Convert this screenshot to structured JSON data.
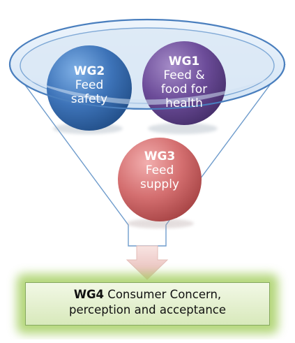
{
  "wg2": {
    "code": "WG2",
    "line1": "Feed",
    "line2": "safety"
  },
  "wg1": {
    "code": "WG1",
    "line1": "Feed &",
    "line2": "food for",
    "line3": "health"
  },
  "wg3": {
    "code": "WG3",
    "line1": "Feed",
    "line2": "supply"
  },
  "wg4": {
    "code": "WG4",
    "line1_rest": "Consumer Concern,",
    "line2": "perception and acceptance"
  },
  "colors": {
    "wg2": "#3a6fb0",
    "wg1": "#6a4a96",
    "wg3": "#d06f70",
    "funnel": "#5b8ec6",
    "wg4_fill": "#e6f0d3",
    "wg4_glow": "#9ccc56"
  }
}
